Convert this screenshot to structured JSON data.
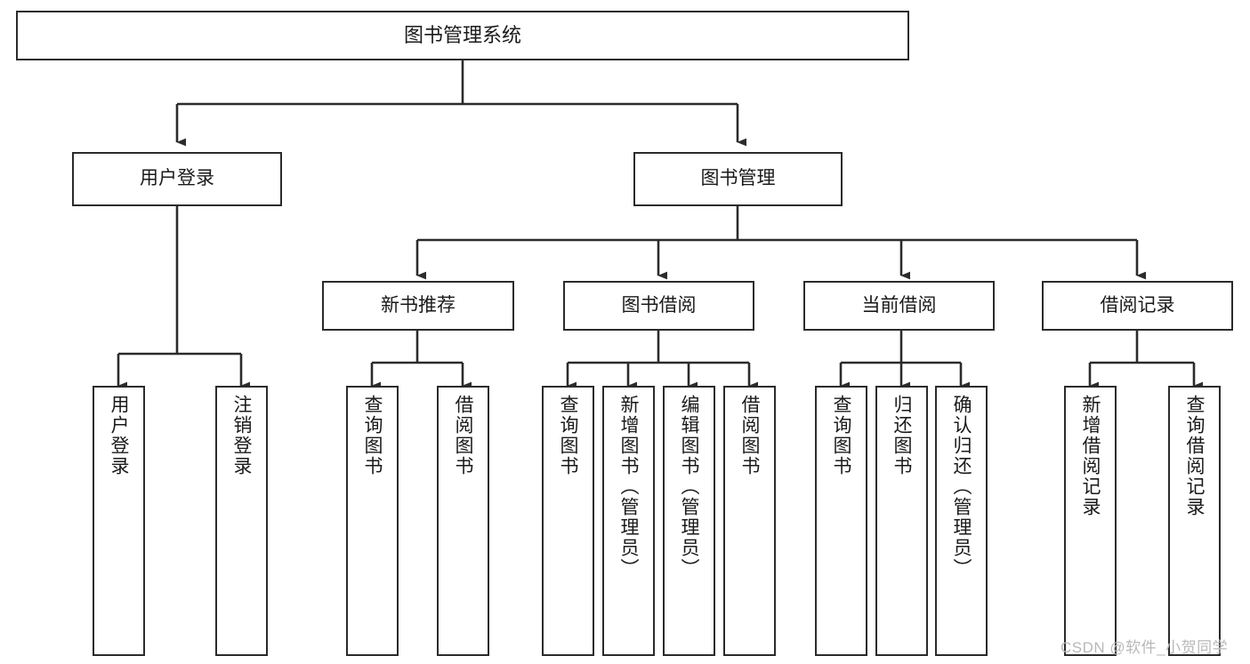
{
  "diagram": {
    "title": "图书管理系统",
    "type": "tree-hierarchy-diagram",
    "colors": {
      "stroke": "#2b2b2b",
      "fill": "#ffffff",
      "text": "#1a1a1a",
      "watermark": "#b8b8b8"
    },
    "nodes": {
      "root": {
        "label": "图书管理系统"
      },
      "level2": [
        {
          "label": "用户登录"
        },
        {
          "label": "图书管理"
        }
      ],
      "level3": [
        {
          "label": "新书推荐"
        },
        {
          "label": "图书借阅"
        },
        {
          "label": "当前借阅"
        },
        {
          "label": "借阅记录"
        }
      ],
      "leaves_user_login": [
        {
          "label": "用户登录"
        },
        {
          "label": "注销登录"
        }
      ],
      "leaves_new_books": [
        {
          "label": "查询图书"
        },
        {
          "label": "借阅图书"
        }
      ],
      "leaves_borrow": [
        {
          "label": "查询图书"
        },
        {
          "label": "新增图书（管理员）"
        },
        {
          "label": "编辑图书（管理员）"
        },
        {
          "label": "借阅图书"
        }
      ],
      "leaves_current": [
        {
          "label": "查询图书"
        },
        {
          "label": "归还图书"
        },
        {
          "label": "确认归还（管理员）"
        }
      ],
      "leaves_records": [
        {
          "label": "新增借阅记录"
        },
        {
          "label": "查询借阅记录"
        }
      ]
    },
    "watermark": "CSDN @软件_小贺同学"
  }
}
